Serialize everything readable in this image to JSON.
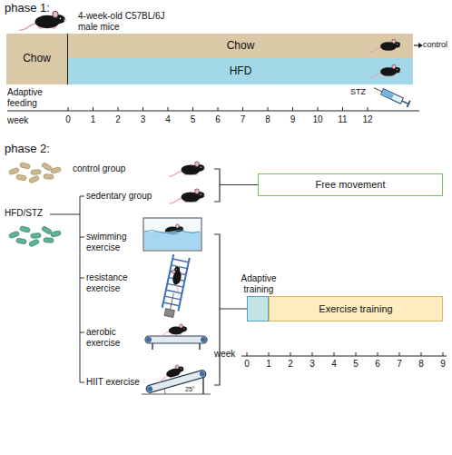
{
  "diagram": {
    "nodes": [
      {
        "text": [
          "Chow"
        ]
      },
      {
        "text": [
          "Chow"
        ]
      },
      {
        "text": [
          "HFD"
        ]
      },
      {
        "text": [
          "Free movement"
        ]
      },
      {
        "text": [
          "Adaptive training"
        ]
      },
      {
        "text": [
          "Exercise training"
        ]
      }
    ],
    "labels": [
      "phase 1:",
      "4-week-old C57BL/6J male mice",
      "control",
      "STZ",
      "Adaptive feeding",
      "week",
      "0",
      "1",
      "2",
      "3",
      "4",
      "5",
      "6",
      "7",
      "8",
      "9",
      "10",
      "11",
      "12",
      "phase 2:",
      "control group",
      "sedentary group",
      "swimming exercise",
      "resistance exercise",
      "aerobic exercise",
      "HIIT exercise",
      "HFD/STZ",
      "25°",
      "week",
      "0",
      "1",
      "2",
      "3",
      "4",
      "5",
      "6",
      "7",
      "8",
      "9"
    ]
  }
}
